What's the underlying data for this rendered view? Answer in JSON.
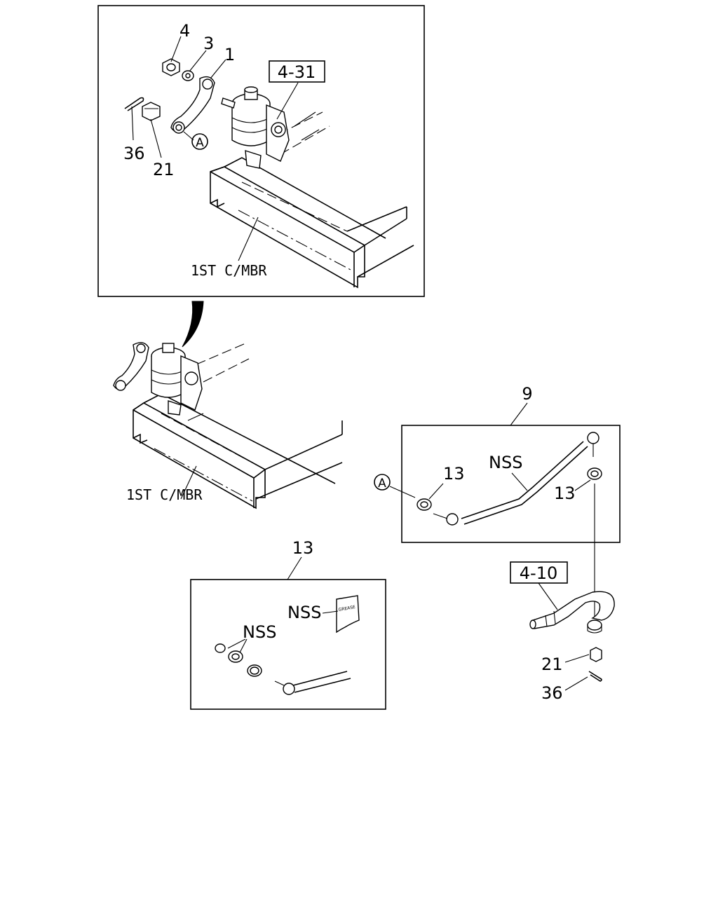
{
  "callouts": {
    "c4": "4",
    "c3": "3",
    "c1": "1",
    "c36_top": "36",
    "c21_top": "21",
    "ref_4_31": "4-31",
    "circle_a_top": "A",
    "c9": "9",
    "circle_a_mid": "A",
    "c13_left": "13",
    "nss_tie_rod": "NSS",
    "c13_right": "13",
    "ref_4_10": "4-10",
    "c21_bottom": "21",
    "c36_bottom": "36",
    "c13_kit": "13",
    "nss_grease": "NSS",
    "nss_seal": "NSS",
    "grease_label": "GREASE"
  },
  "labels": {
    "crossmember_top": "1ST C/MBR",
    "crossmember_main": "1ST C/MBR"
  }
}
